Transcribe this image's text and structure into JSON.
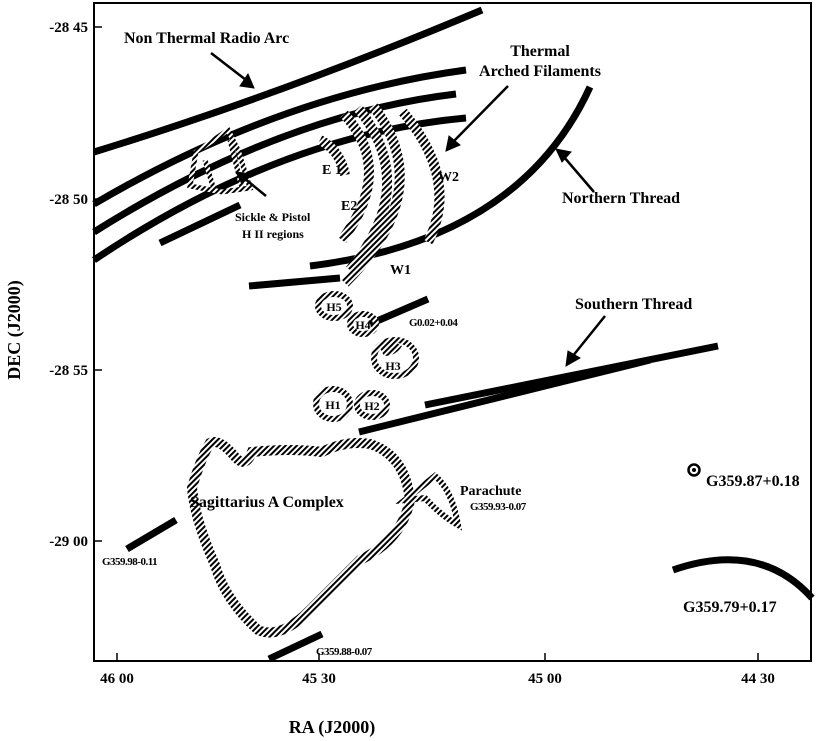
{
  "axes": {
    "x_title": "RA (J2000)",
    "y_title": "DEC (J2000)",
    "x_ticks": [
      "46 00",
      "45 30",
      "45 00",
      "44 30"
    ],
    "y_ticks": [
      "-28 45",
      "-28 50",
      "-28 55",
      "-29 00"
    ]
  },
  "labels": {
    "non_thermal_arc": "Non Thermal Radio Arc",
    "thermal_arched_line1": "Thermal",
    "thermal_arched_line2": "Arched Filaments",
    "northern_thread": "Northern Thread",
    "southern_thread": "Southern Thread",
    "sickle_line1": "Sickle & Pistol",
    "sickle_line2": "H II regions",
    "e1": "E 1",
    "e2": "E2",
    "w1": "W1",
    "w2": "W2",
    "h1": "H1",
    "h2": "H2",
    "h3": "H3",
    "h4": "H4",
    "h5": "H5",
    "g002": "G0.02+0.04",
    "sgr_a": "Sagittarius A Complex",
    "parachute": "Parachute",
    "g35993": "G359.93-0.07",
    "g35998": "G359.98-0.11",
    "g35988": "G359.88-0.07",
    "g35987": "G359.87+0.18",
    "g35979": "G359.79+0.17"
  }
}
